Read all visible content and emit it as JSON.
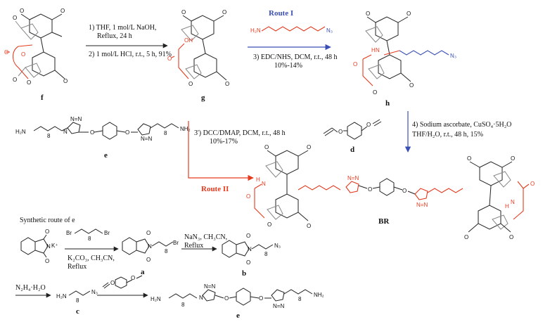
{
  "route_labels": {
    "route1": "Route I",
    "route2": "Route II"
  },
  "compounds": {
    "f": "f",
    "g": "g",
    "h": "h",
    "e": "e",
    "d": "d",
    "BR": "BR",
    "a": "a",
    "b": "b",
    "c": "c",
    "e_bottom": "e"
  },
  "conditions": {
    "step1_line1": "1) THF, 1 mol/L NaOH,",
    "step1_line2": "Reflux, 24 h",
    "step2": "2) 1 mol/L HCl, r.t., 5 h, 91%",
    "step3_line1": "3) EDC/NHS, DCM, r.t., 48 h",
    "step3_line2": "10%-14%",
    "step3p_line1": "3') DCC/DMAP, DCM, r.t., 48 h",
    "step3p_line2": "10%-17%",
    "step4_line1": "4) Sodium ascorbate, CuSO₄·5H₂O",
    "step4_line2": "THF/H₂O, r.t., 48 h, 15%",
    "br_reagents": "Br",
    "k2co3_line1": "K₂CO₃, CH₃CN,",
    "k2co3_line2": "Reflux",
    "nan3_line1": "NaN₃, CH₃CN,",
    "nan3_line2": "Reflux",
    "n2h4": "N₂H₄·H₂O"
  },
  "section_title": "Synthetic route of e",
  "atoms": {
    "O": "O",
    "N": "N",
    "OH": "OH",
    "H": "H",
    "H2N": "H₂N",
    "NH2": "NH₂",
    "N3": "N₃",
    "NH": "N",
    "Br": "Br",
    "K": "K⁺",
    "sub8": "8"
  },
  "colors": {
    "red": "#e53b1f",
    "blue": "#3a4fb5",
    "black": "#222222",
    "gray": "#888888"
  }
}
